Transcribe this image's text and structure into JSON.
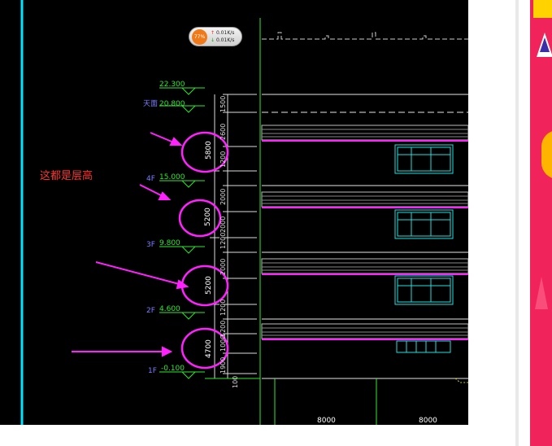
{
  "net_widget": {
    "percent": "77%",
    "up_arrow": "↑",
    "up_speed": "0.01K/s",
    "down_arrow": "↓",
    "down_speed": "0.01K/s"
  },
  "annotation_text": "这都是层高",
  "elevation_labels": [
    {
      "floor": "",
      "elev": "22.300"
    },
    {
      "floor": "天面",
      "elev": "20.800"
    },
    {
      "floor": "4F",
      "elev": "15.000"
    },
    {
      "floor": "3F",
      "elev": "9.800"
    },
    {
      "floor": "2F",
      "elev": "4.600"
    },
    {
      "floor": "1F",
      "elev": "-0.100"
    }
  ],
  "dim_segments": [
    "1500",
    "2600",
    "1200",
    "2000",
    "2000",
    "1200",
    "2000",
    "1200",
    "1200",
    "1000",
    "1900",
    "100"
  ],
  "storey_heights": [
    "5800",
    "5200",
    "5200",
    "4700"
  ],
  "bay_dimensions": [
    "8000",
    "8000"
  ],
  "colors": {
    "accent_magenta": "#ff22ff",
    "cad_green": "#2ee82e",
    "cad_cyan": "#00ffff",
    "ad_pink": "#f0245a"
  }
}
